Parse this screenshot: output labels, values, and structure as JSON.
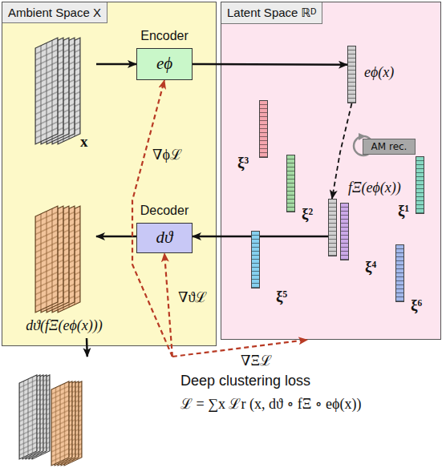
{
  "diagram": {
    "nodes": [
      {
        "text": [
          "Ambient Space X"
        ]
      },
      {
        "text": [
          "x"
        ],
        "in": 0
      },
      {
        "text": [
          "Encoder",
          "eϕ"
        ],
        "in": 0
      },
      {
        "text": [
          "Latent Space ℝᴰ"
        ]
      },
      {
        "text": [
          "eϕ(x)"
        ],
        "in": 3
      },
      {
        "text": [
          "ξ³"
        ],
        "in": 3
      },
      {
        "text": [
          "ξ²"
        ],
        "in": 3
      },
      {
        "text": [
          "AM rec."
        ],
        "in": 3
      },
      {
        "text": [
          "fΞ(eϕ(x))"
        ],
        "in": 3
      },
      {
        "text": [
          "ξ¹"
        ],
        "in": 3
      },
      {
        "text": [
          "Decoder",
          "dϑ"
        ],
        "in": 0
      },
      {
        "text": [
          "ξ⁴"
        ],
        "in": 3
      },
      {
        "text": [
          "ξ⁵"
        ],
        "in": 3
      },
      {
        "text": [
          "ξ⁶"
        ],
        "in": 3
      },
      {
        "text": [
          "dϑ(fΞ(eϕ(x)))"
        ],
        "in": 0
      },
      {
        "text": [
          "Deep clustering loss",
          "ℒ = ∑x ℒr (x, dϑ ∘ fΞ ∘ eϕ(x))"
        ]
      }
    ],
    "edges": [
      {
        "from": 1,
        "to": 2,
        "arrow": "to"
      },
      {
        "from": 2,
        "to": 4,
        "arrow": "to"
      },
      {
        "from": 4,
        "to": 8,
        "arrow": "to"
      },
      {
        "from": 8,
        "to": 10,
        "arrow": "to"
      },
      {
        "from": 10,
        "to": 14,
        "arrow": "to"
      },
      {
        "from": 14,
        "to": 15,
        "arrow": "to"
      },
      {
        "from": 15,
        "to": 2,
        "label": "∇ϕℒ",
        "arrow": "to"
      },
      {
        "from": 15,
        "to": 10,
        "label": "∇ϑℒ",
        "arrow": "to"
      },
      {
        "from": 15,
        "to": 3,
        "label": "∇Ξℒ",
        "arrow": "to"
      }
    ]
  }
}
